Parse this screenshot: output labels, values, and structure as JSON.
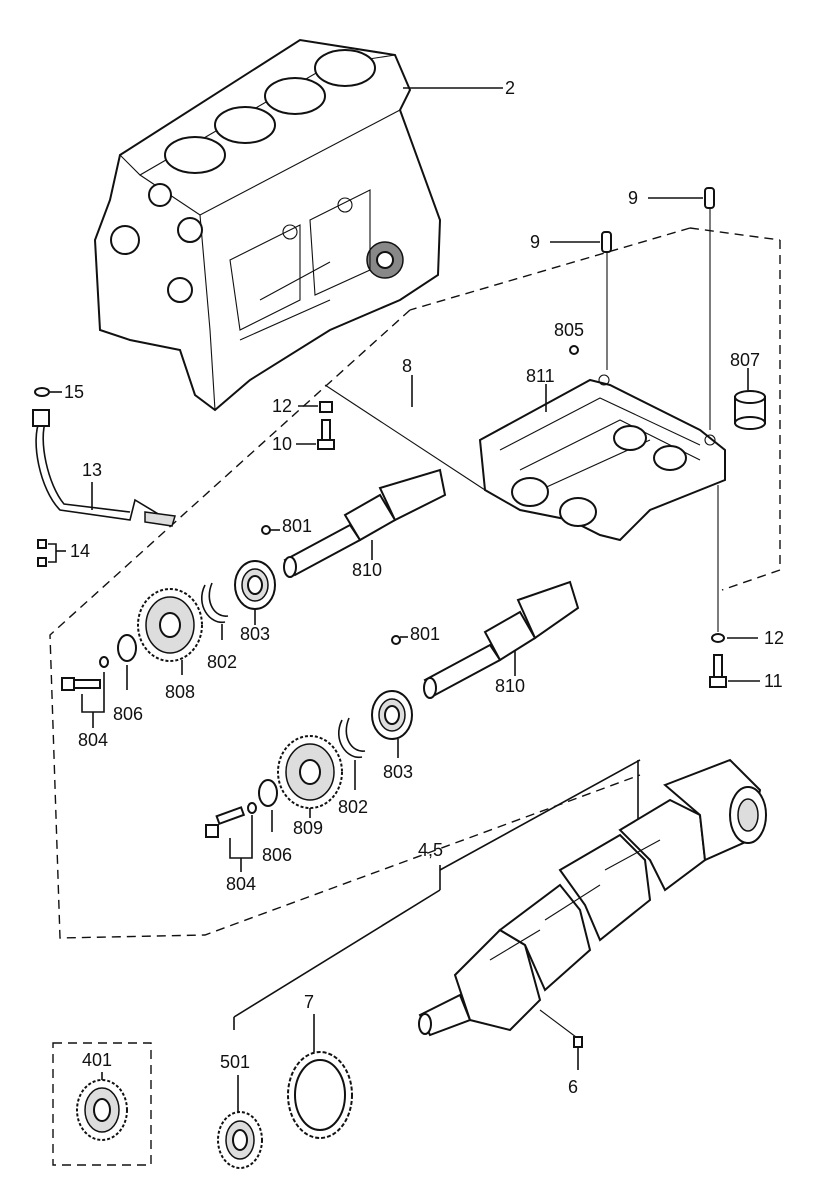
{
  "labels": {
    "l2": "2",
    "l9a": "9",
    "l9b": "9",
    "l805": "805",
    "l807": "807",
    "l811": "811",
    "l8": "8",
    "l15": "15",
    "l12a": "12",
    "l10": "10",
    "l13": "13",
    "l801a": "801",
    "l14": "14",
    "l810a": "810",
    "l803a": "803",
    "l802a": "802",
    "l808": "808",
    "l806a": "806",
    "l804a": "804",
    "l801b": "801",
    "l12b": "12",
    "l810b": "810",
    "l11": "11",
    "l803b": "803",
    "l802b": "802",
    "l809": "809",
    "l806b": "806",
    "l804b": "804",
    "l45": "4,5",
    "l7": "7",
    "l401": "401",
    "l501": "501",
    "l6": "6"
  }
}
